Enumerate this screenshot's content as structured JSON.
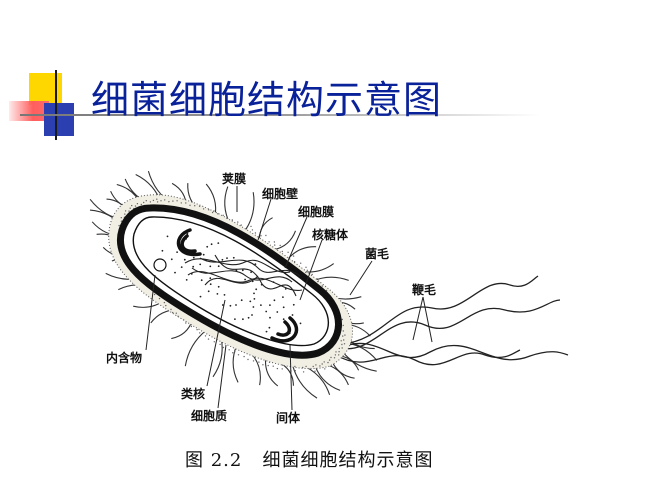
{
  "title": "细菌细胞结构示意图",
  "labels": {
    "capsule": "荚膜",
    "cell_wall": "细胞壁",
    "cell_membrane": "细胞膜",
    "ribosome": "核糖体",
    "pili": "菌毛",
    "flagella": "鞭毛",
    "inclusion": "内含物",
    "nucleoid": "类核",
    "cytoplasm": "细胞质",
    "mesosome": "间体"
  },
  "caption": "图 2.2   细菌细胞结构示意图",
  "colors": {
    "title": "#0a2299",
    "deco_yellow": "#ffd700",
    "deco_red": "#ff5e5e",
    "deco_blue": "#2b3fb0"
  }
}
